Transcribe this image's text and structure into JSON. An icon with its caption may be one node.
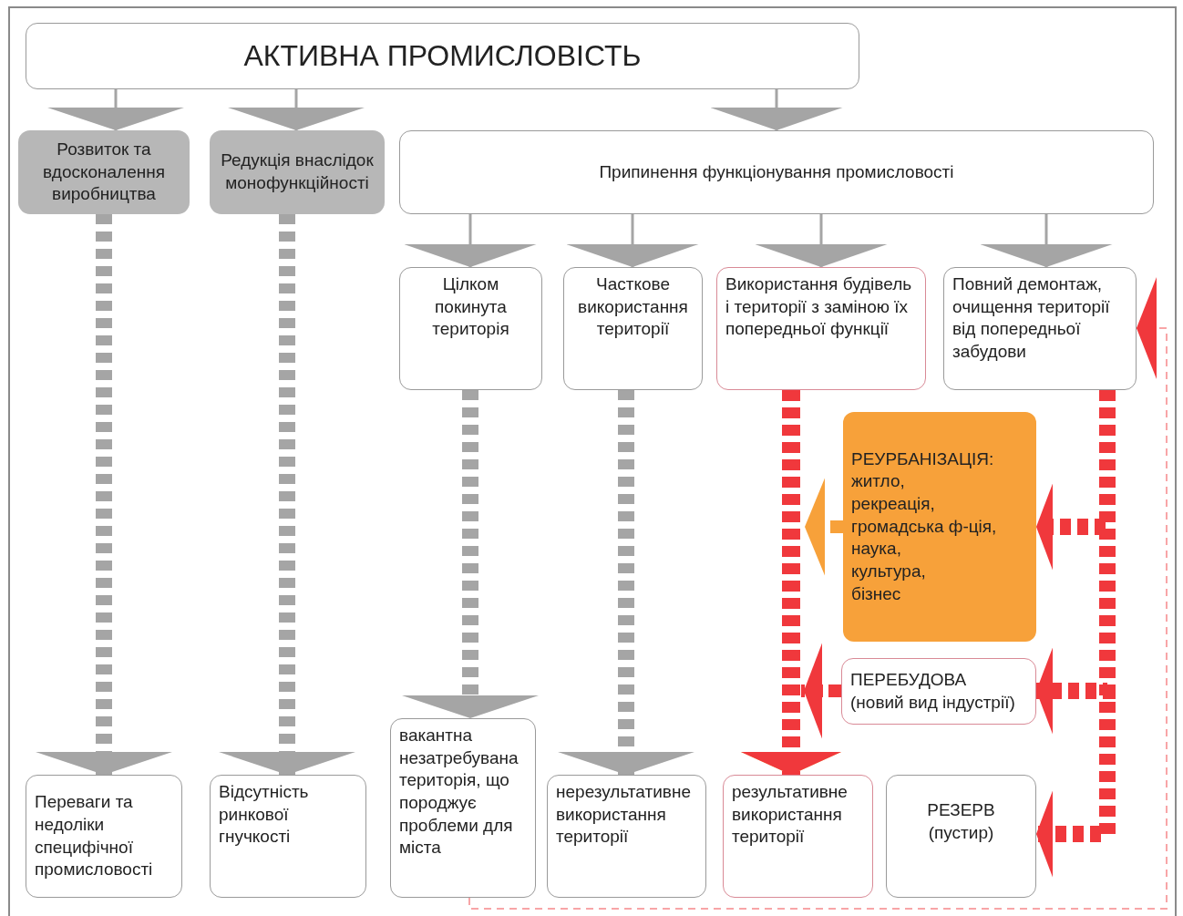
{
  "diagram": {
    "nodes": [
      {
        "text": [
          "АКТИВНА ПРОМИСЛОВІСТЬ"
        ]
      },
      {
        "text": [
          "Розвиток та вдосконалення виробництва"
        ]
      },
      {
        "text": [
          "Редукція внаслідок монофункційності"
        ]
      },
      {
        "text": [
          "Припинення функціонування промисловості"
        ]
      },
      {
        "text": [
          "Цілком покинута територія"
        ]
      },
      {
        "text": [
          "Часткове використання території"
        ]
      },
      {
        "text": [
          "Використання будівель і території з заміною їх попередньої функції"
        ]
      },
      {
        "text": [
          "Повний демонтаж, очищення території від попередньої забудови"
        ]
      },
      {
        "text": [
          "РЕУРБАНІЗАЦІЯ:",
          "житло,",
          "рекреація,",
          "громадська ф-ція,",
          "наука,",
          "культура,",
          "бізнес"
        ]
      },
      {
        "text": [
          "ПЕРЕБУДОВА",
          "(новий вид індустрії)"
        ]
      },
      {
        "text": [
          "Переваги та недоліки специфічної промисловості"
        ]
      },
      {
        "text": [
          "Відсутність ринкової гнучкості"
        ]
      },
      {
        "text": [
          "вакантна незатребувана територія, що породжує проблеми для міста"
        ]
      },
      {
        "text": [
          "нерезультативне використання території"
        ]
      },
      {
        "text": [
          "результативне використання території"
        ]
      },
      {
        "text": [
          "РЕЗЕРВ",
          "(пустир)"
        ]
      }
    ],
    "edges": [
      {
        "from": 0,
        "to": 1,
        "arrow": "to"
      },
      {
        "from": 0,
        "to": 2,
        "arrow": "to"
      },
      {
        "from": 0,
        "to": 3,
        "arrow": "to"
      },
      {
        "from": 3,
        "to": 4,
        "arrow": "to"
      },
      {
        "from": 3,
        "to": 5,
        "arrow": "to"
      },
      {
        "from": 3,
        "to": 6,
        "arrow": "to"
      },
      {
        "from": 3,
        "to": 7,
        "arrow": "to"
      },
      {
        "from": 1,
        "to": 10,
        "arrow": "to",
        "style": "dashed"
      },
      {
        "from": 2,
        "to": 11,
        "arrow": "to",
        "style": "dashed"
      },
      {
        "from": 4,
        "to": 12,
        "arrow": "to",
        "style": "dashed"
      },
      {
        "from": 5,
        "to": 13,
        "arrow": "to",
        "style": "dashed"
      },
      {
        "from": 6,
        "to": 14,
        "arrow": "to",
        "style": "dashed",
        "color": "#f0383c"
      },
      {
        "from": 7,
        "to": 8,
        "arrow": "to",
        "style": "dashed",
        "color": "#f0383c"
      },
      {
        "from": 7,
        "to": 9,
        "arrow": "to",
        "style": "dashed",
        "color": "#f0383c"
      },
      {
        "from": 7,
        "to": 15,
        "arrow": "to",
        "style": "dashed",
        "color": "#f0383c"
      },
      {
        "from": 8,
        "to": 14,
        "arrow": "to",
        "style": "dashed",
        "color": "#f7a13a"
      },
      {
        "from": 9,
        "to": 14,
        "arrow": "to",
        "style": "dashed",
        "color": "#f0383c"
      },
      {
        "from": 12,
        "to": 7,
        "arrow": "to",
        "style": "dashed",
        "color": "#f0383c"
      }
    ]
  }
}
